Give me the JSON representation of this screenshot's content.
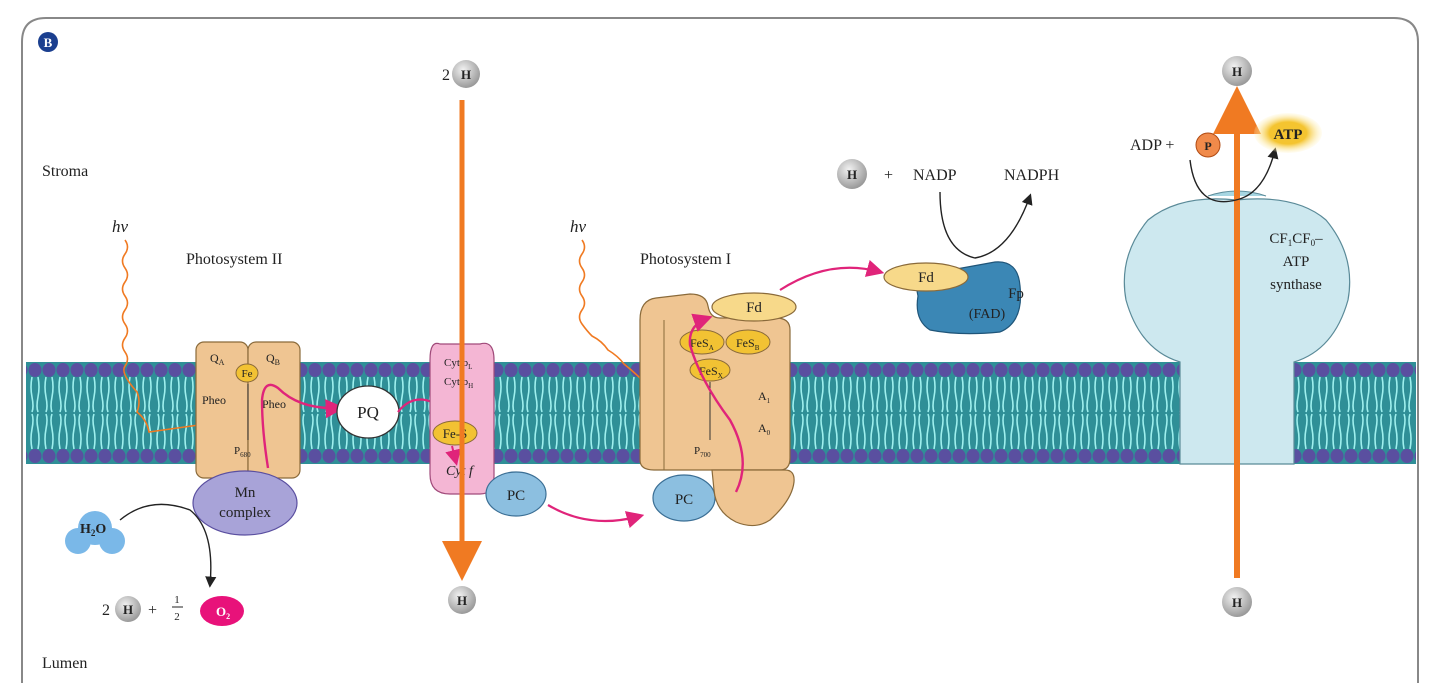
{
  "panel": {
    "badge": "B"
  },
  "regions": {
    "stroma": "Stroma",
    "lumen": "Lumen"
  },
  "light": {
    "psii": "hν",
    "psi": "hν"
  },
  "photosystem_ii": {
    "title": "Photosystem II",
    "qa": "Q",
    "qa_sub": "A",
    "qb": "Q",
    "qb_sub": "B",
    "fe": "Fe",
    "pheo_left": "Pheo",
    "pheo_right": "Pheo",
    "p680": "P",
    "p680_sub": "680",
    "mn_line1": "Mn",
    "mn_line2": "complex"
  },
  "plastoquinone": "PQ",
  "cytochrome": {
    "line1": "Cyt b",
    "line1_sub": "L",
    "line2": "Cyt b",
    "line2_sub": "H",
    "fes": "Fe-S",
    "cyt_f": "Cyt f"
  },
  "plastocyanin": {
    "left": "PC",
    "right": "PC"
  },
  "photosystem_i": {
    "title": "Photosystem I",
    "fd_top": "Fd",
    "fesa": "FeS",
    "fesa_sub": "A",
    "fesb": "FeS",
    "fesb_sub": "B",
    "fesx": "FeS",
    "fesx_sub": "X",
    "a1": "A",
    "a1_sub": "1",
    "a0": "A",
    "a0_sub": "0",
    "p700": "P",
    "p700_sub": "700"
  },
  "reductase": {
    "fd": "Fd",
    "fp_line1": "Fp",
    "fp_line2": "(FAD)",
    "h": "H",
    "plus": "+",
    "nadp": "NADP",
    "nadph": "NADPH"
  },
  "water_split": {
    "water": "H",
    "water_sub": "2",
    "water_end": "O",
    "coef_h": "2",
    "h": "H",
    "plus": "+",
    "half_num": "1",
    "half_den": "2",
    "oxygen": "O",
    "oxygen_sub": "2"
  },
  "cyt_proton": {
    "coef": "2",
    "top": "H",
    "bottom": "H"
  },
  "atp_synthase": {
    "line1": "CF",
    "line1_sub1": "1",
    "line1_mid": "CF",
    "line1_sub2": "0",
    "line1_end": "–",
    "line2": "ATP",
    "line3": "synthase",
    "adp": "ADP +",
    "pi": "P",
    "atp": "ATP",
    "h_top": "H",
    "h_bottom": "H"
  },
  "colors": {
    "membrane_teal": "#39a6a6",
    "membrane_purple": "#5a4fa0",
    "protein_tan": "#efc592",
    "cyt_pink": "#f4b6d4",
    "pc_blue": "#8cbfe0",
    "fp_blue": "#3b87b5",
    "atp_synthase": "#cde8ef",
    "arrow_orange": "#f07a22",
    "arrow_magenta": "#e0247a",
    "oxygen": "#e8127a",
    "ion_gray": "#b8b8b8",
    "cofactor_yellow": "#f2c233"
  }
}
